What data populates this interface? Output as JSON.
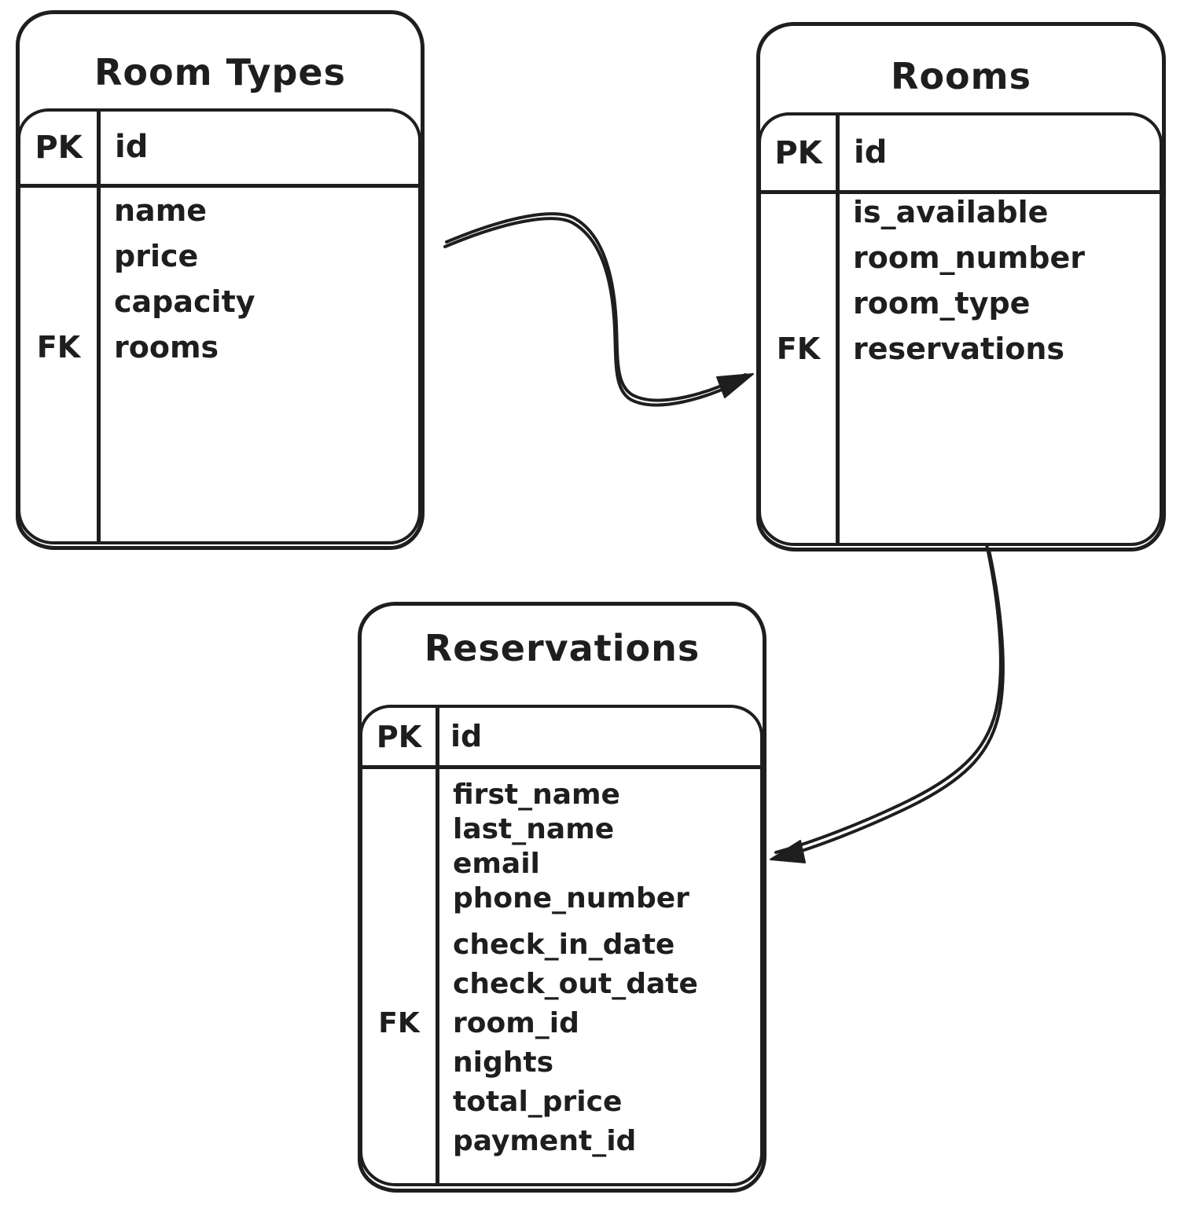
{
  "canvas": {
    "background": "#ffffff",
    "ink_color": "#1e1e1e"
  },
  "tables": [
    {
      "name": "Room Types",
      "header": {
        "key": "PK",
        "field": "id"
      },
      "rows": [
        {
          "key": "",
          "field": "name"
        },
        {
          "key": "",
          "field": "price"
        },
        {
          "key": "",
          "field": "capacity"
        },
        {
          "key": "FK",
          "field": "rooms"
        }
      ]
    },
    {
      "name": "Rooms",
      "header": {
        "key": "PK",
        "field": "id"
      },
      "rows": [
        {
          "key": "",
          "field": "is_available"
        },
        {
          "key": "",
          "field": "room_number"
        },
        {
          "key": "",
          "field": "room_type"
        },
        {
          "key": "FK",
          "field": "reservations"
        }
      ]
    },
    {
      "name": "Reservations",
      "header": {
        "key": "PK",
        "field": "id"
      },
      "rows": [
        {
          "key": "",
          "field": "first_name"
        },
        {
          "key": "",
          "field": "last_name"
        },
        {
          "key": "",
          "field": "email"
        },
        {
          "key": "",
          "field": "phone_number"
        },
        {
          "key": "",
          "field": "check_in_date"
        },
        {
          "key": "",
          "field": "check_out_date"
        },
        {
          "key": "FK",
          "field": "room_id"
        },
        {
          "key": "",
          "field": "nights"
        },
        {
          "key": "",
          "field": "total_price"
        },
        {
          "key": "",
          "field": "payment_id"
        }
      ]
    }
  ],
  "relationships": [
    {
      "from": "Room Types",
      "to": "Rooms"
    },
    {
      "from": "Rooms",
      "to": "Reservations"
    }
  ]
}
